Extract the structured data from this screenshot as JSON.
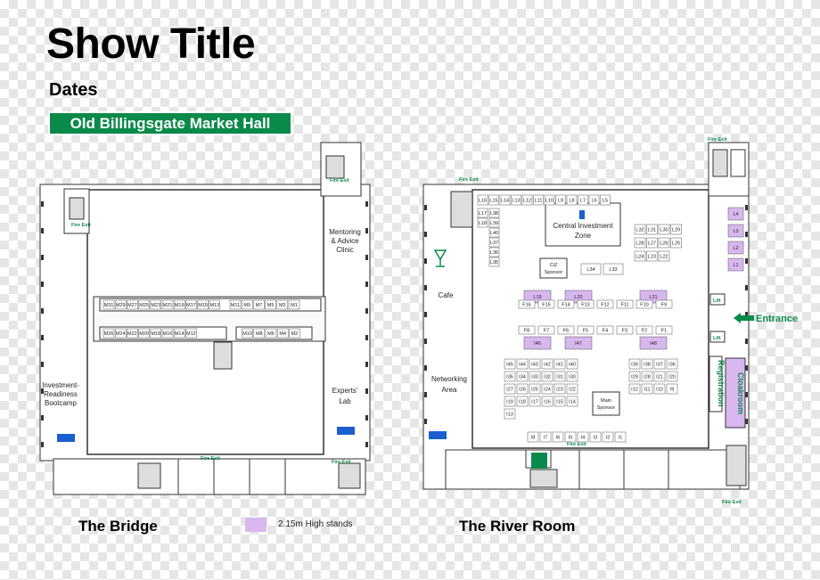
{
  "header": {
    "title": "Show Title",
    "dates": "Dates",
    "venue": "Old Billingsgate Market Hall"
  },
  "bridge": {
    "name": "The Bridge",
    "labels": {
      "mentoring": [
        "Mentoring",
        "& Advice",
        "Clinic"
      ],
      "bootcamp": [
        "Investment-",
        "Readiness",
        "Bootcamp"
      ],
      "experts": [
        "Experts'",
        "Lab"
      ],
      "fire_exit": "Fire Exit"
    },
    "top_row_stands": [
      "M31",
      "M29",
      "M27",
      "M25",
      "M23",
      "M21",
      "M19",
      "M17",
      "M15",
      "M13",
      "M11",
      "M9",
      "M7",
      "M5",
      "M3",
      "M1"
    ],
    "bottom_row_stands": [
      "M26",
      "M24",
      "M22",
      "M20",
      "M18",
      "M16",
      "M14",
      "M12",
      "M10",
      "M8",
      "M6",
      "M4",
      "M2"
    ]
  },
  "river": {
    "name": "The River Room",
    "labels": {
      "central": [
        "Central Investment",
        "Zone"
      ],
      "ciz_sponsor": [
        "CIZ",
        "Sponsor"
      ],
      "cafe": "Cafe",
      "networking": [
        "Networking",
        "Area"
      ],
      "main_sponsor": [
        "Main",
        "Sponsor"
      ],
      "entrance": "Entrance",
      "registration": "Registration",
      "cloakroom": "Cloakroom",
      "lift": "Lift",
      "fire_exit": "Fire Exit"
    },
    "high_stands": [
      "L4",
      "L3",
      "L2",
      "L1",
      "L19",
      "L20",
      "L21",
      "I46",
      "I47",
      "I48"
    ],
    "top_stands": [
      "L16",
      "L15",
      "L14",
      "L13",
      "L12",
      "L11",
      "L10",
      "L9",
      "L8",
      "L7",
      "L6",
      "L5"
    ],
    "left_stands": [
      "L17",
      "L18",
      "L38",
      "L39",
      "L40",
      "L37",
      "L36",
      "L35"
    ],
    "center_stands": [
      "L34",
      "L33",
      "L32",
      "L31",
      "L30",
      "L29",
      "L28",
      "L27",
      "L26",
      "L25",
      "L24",
      "L23",
      "L22"
    ],
    "lower_left_stands": [
      "I45",
      "I44",
      "I43",
      "I42",
      "I41",
      "I40",
      "I35",
      "I34",
      "I33",
      "I32",
      "I31",
      "I30",
      "I27",
      "I26",
      "I25",
      "I24",
      "I23",
      "I22",
      "I19",
      "I18",
      "I17",
      "I16",
      "I15",
      "I14",
      "I13"
    ],
    "lower_right_stands": [
      "I39",
      "I38",
      "I37",
      "I36",
      "I29",
      "I28",
      "I21",
      "I20",
      "I12",
      "I11",
      "I10",
      "I9",
      "I8",
      "I7",
      "I6",
      "I5",
      "I4",
      "I3",
      "I2",
      "I1"
    ],
    "f_stands": [
      "F16",
      "F15",
      "F14",
      "F13",
      "F12",
      "F11",
      "F10",
      "F9",
      "F8",
      "F7",
      "F6",
      "F5",
      "F4",
      "F3",
      "F2",
      "F1"
    ]
  },
  "legend": {
    "text": "2.15m High stands",
    "color": "#d8b7ee"
  },
  "colors": {
    "brand_green": "#0a8a4a",
    "high_stand": "#d8b7ee",
    "water_blue": "#1a5fd0"
  }
}
